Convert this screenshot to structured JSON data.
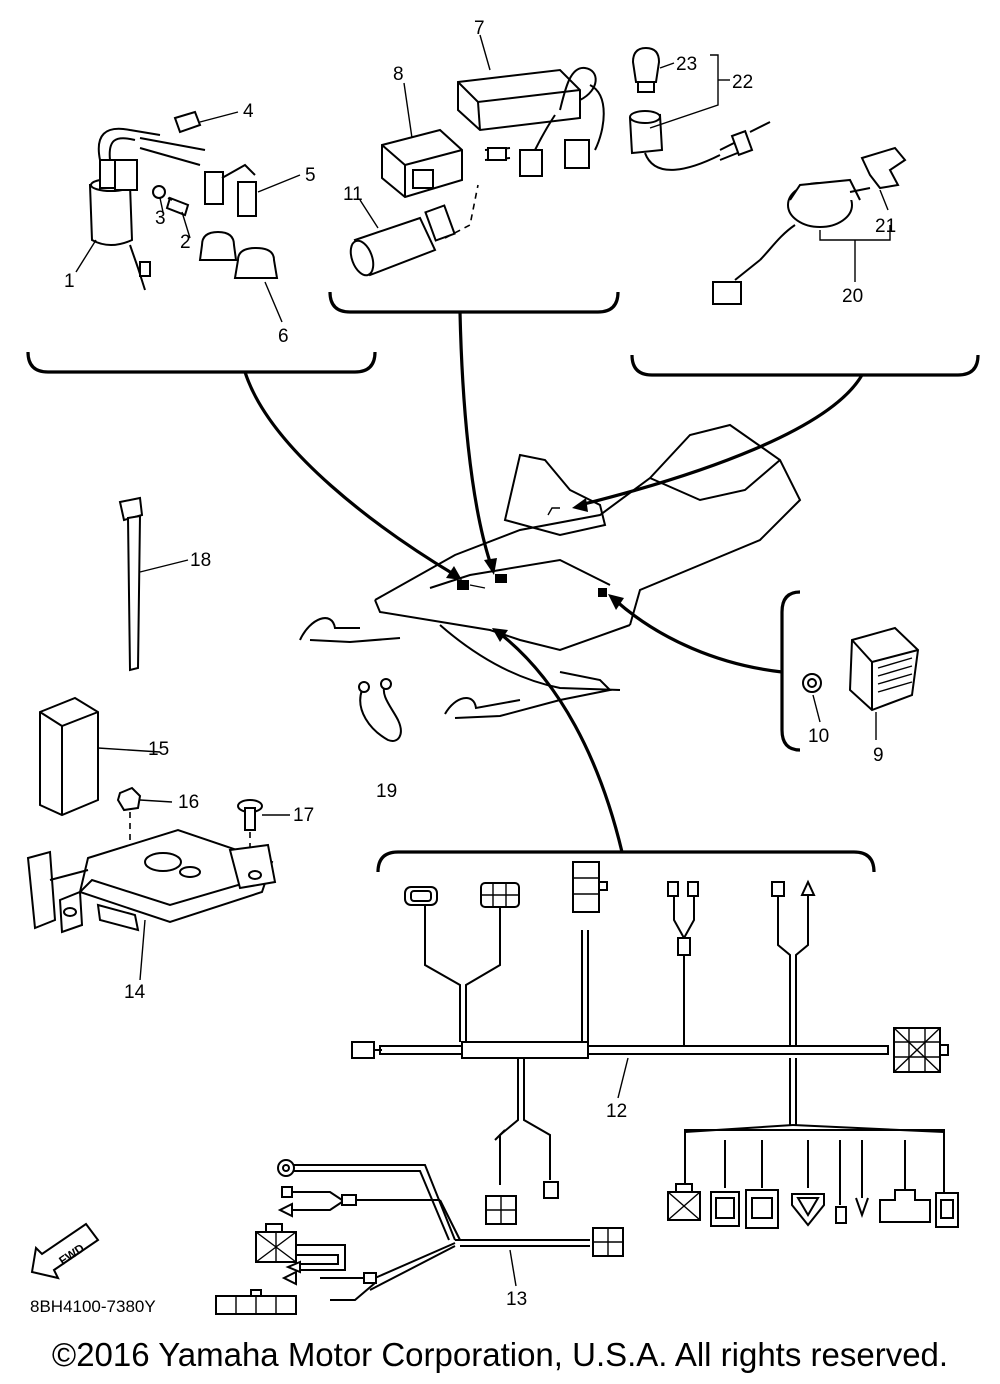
{
  "figure": {
    "code": "8BH4100-7380Y",
    "copyright": "©2016 Yamaha Motor Corporation, U.S.A. All rights reserved.",
    "fwd_arrow_text": "FWD"
  },
  "callouts": {
    "c1": "1",
    "c2": "2",
    "c3": "3",
    "c4": "4",
    "c5": "5",
    "c6": "6",
    "c7": "7",
    "c8": "8",
    "c9": "9",
    "c10": "10",
    "c11": "11",
    "c12": "12",
    "c13": "13",
    "c14": "14",
    "c15": "15",
    "c16": "16",
    "c17": "17",
    "c18": "18",
    "c19": "19",
    "c20": "20",
    "c21": "21",
    "c22": "22",
    "c23": "23"
  }
}
